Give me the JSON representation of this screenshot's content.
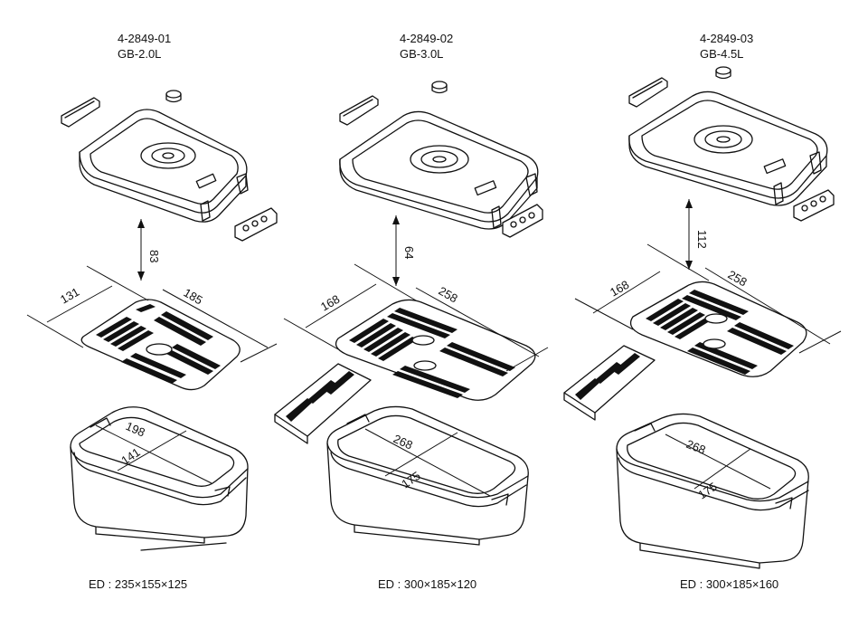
{
  "products": [
    {
      "code": "4-2849-01",
      "model": "GB-2.0L",
      "lid_height": "83",
      "grid_w": "131",
      "grid_l": "185",
      "box_l": "198",
      "box_w": "141",
      "ed": "ED : 235×155×125"
    },
    {
      "code": "4-2849-02",
      "model": "GB-3.0L",
      "lid_height": "64",
      "grid_w": "168",
      "grid_l": "258",
      "box_l": "268",
      "box_w": "175",
      "ed": "ED : 300×185×120"
    },
    {
      "code": "4-2849-03",
      "model": "GB-4.5L",
      "lid_height": "112",
      "grid_w": "168",
      "grid_l": "258",
      "box_l": "268",
      "box_w": "175",
      "ed": "ED : 300×185×160"
    }
  ]
}
